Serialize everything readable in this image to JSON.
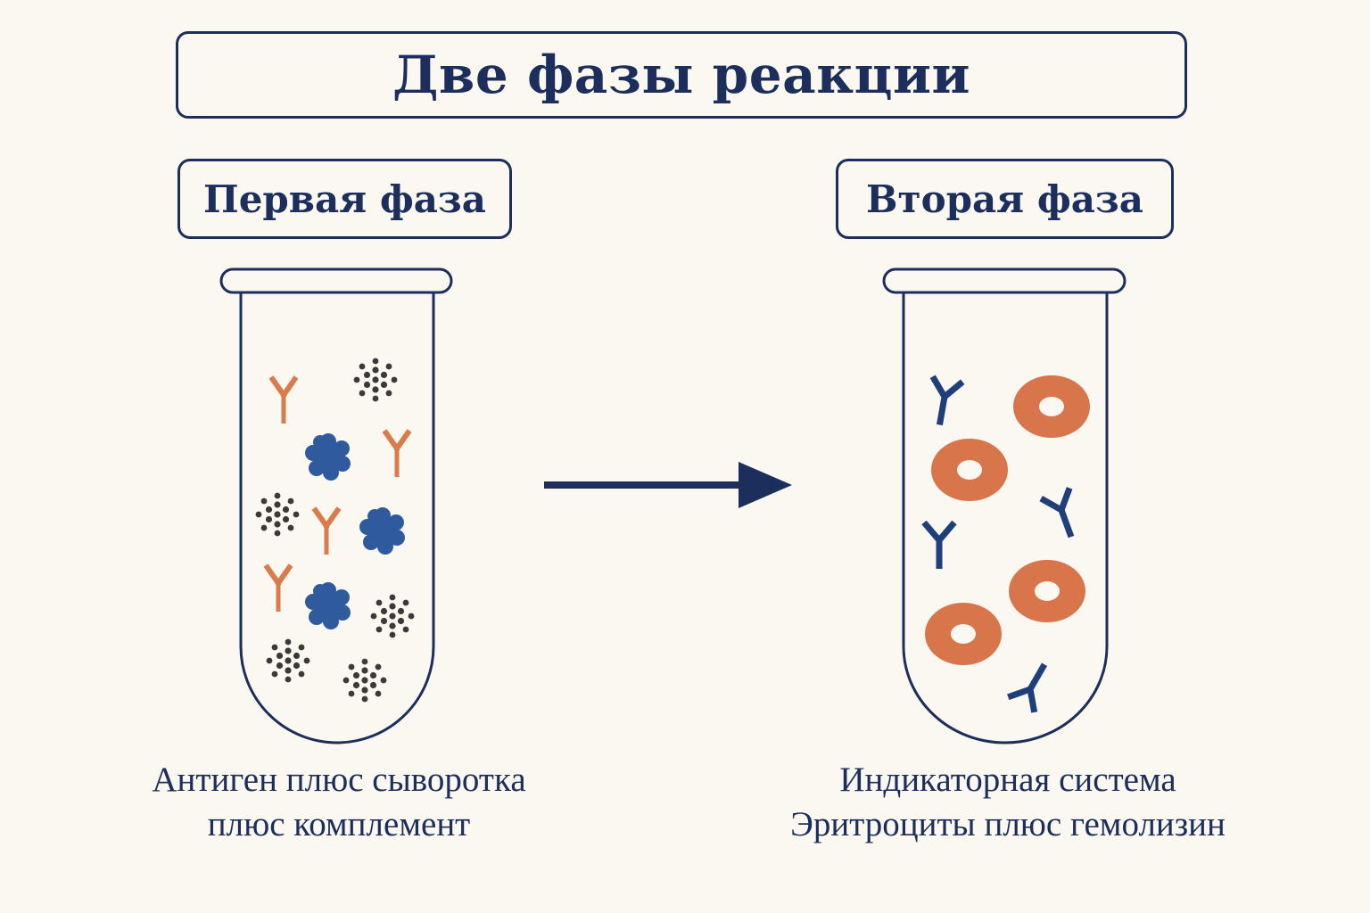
{
  "title": "Две фазы реакции",
  "phase1": {
    "label": "Первая фаза",
    "caption_line1": "Антиген плюс сыворотка",
    "caption_line2": "плюс комплемент"
  },
  "phase2": {
    "label": "Вторая фаза",
    "caption_line1": "Индикаторная система",
    "caption_line2": "Эритроциты плюс гемолизин"
  },
  "colors": {
    "ink": "#1c2e5c",
    "antibody_orange": "#d97b4a",
    "antigen_blue": "#2f5b9e",
    "complement_dots": "#3a3a3a",
    "erythrocyte": "#d9754a",
    "background": "#fbf7f1"
  },
  "icons": {
    "antibody": "antibody-y-icon",
    "antigen": "antigen-blob-icon",
    "complement": "complement-dot-cluster-icon",
    "erythrocyte": "erythrocyte-ring-icon",
    "arrow": "arrow-right-icon"
  }
}
